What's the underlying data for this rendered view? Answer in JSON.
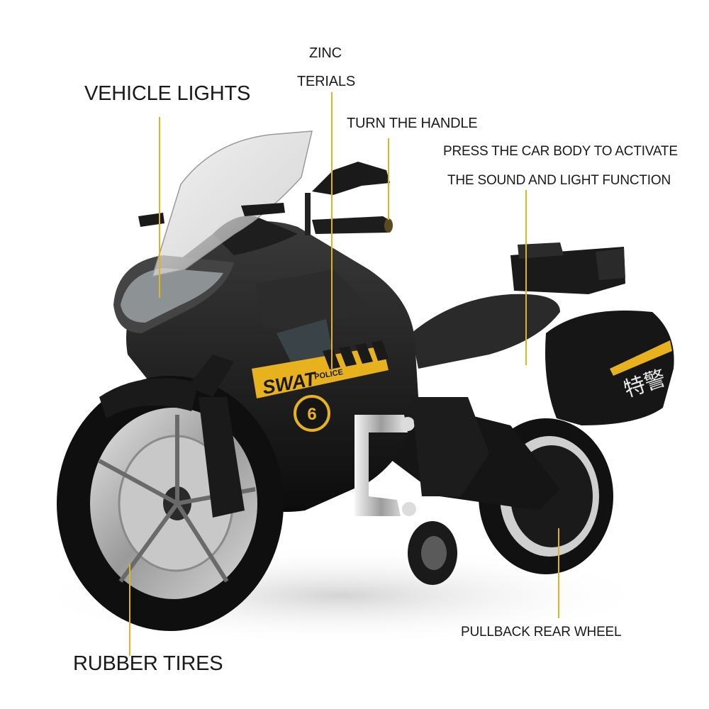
{
  "labels": {
    "vehicle_lights": "VEHICLE LIGHTS",
    "zinc_line1": "ZINC",
    "zinc_line2": "TERIALS",
    "turn_handle": "TURN THE HANDLE",
    "press_line1": "PRESS THE CAR BODY TO ACTIVATE",
    "press_line2": "THE SOUND AND LIGHT FUNCTION",
    "pullback": "PULLBACK REAR WHEEL",
    "rubber_tires": "RUBBER TIRES"
  },
  "decals": {
    "swat": "SWAT",
    "police": "POLICE",
    "number": "6",
    "side_text": "特警"
  },
  "colors": {
    "leader_line": "#e0b320",
    "decal_yellow": "#e8b21f",
    "body_black": "#141414",
    "background": "#ffffff"
  }
}
